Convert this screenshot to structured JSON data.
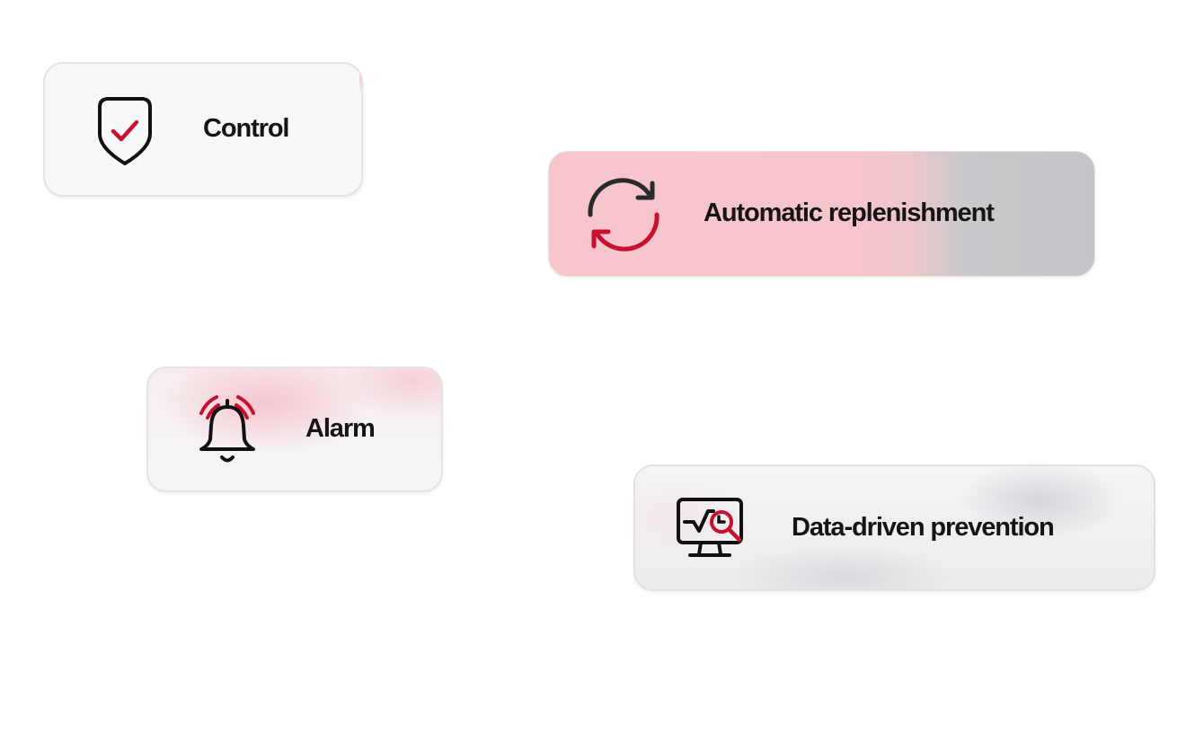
{
  "colors": {
    "accent_red": "#c8102e",
    "icon_dark": "#111111",
    "text": "#151515"
  },
  "cards": [
    {
      "id": "control",
      "label": "Control",
      "icon": "shield-check-icon"
    },
    {
      "id": "automatic-replenishment",
      "label": "Automatic replenishment",
      "icon": "refresh-arrows-icon"
    },
    {
      "id": "alarm",
      "label": "Alarm",
      "icon": "ringing-bell-icon"
    },
    {
      "id": "data-driven-prevention",
      "label": "Data-driven prevention",
      "icon": "monitor-magnifier-icon"
    }
  ]
}
